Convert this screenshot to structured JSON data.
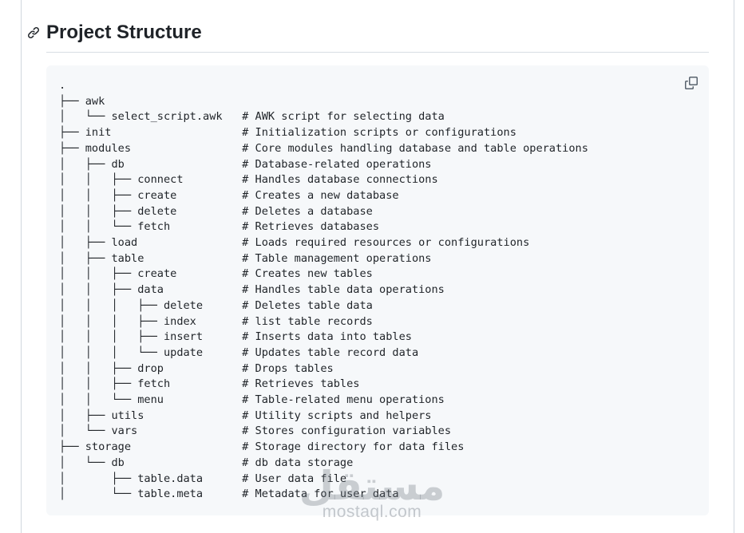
{
  "heading": {
    "title": "Project Structure"
  },
  "code_block": {
    "copy_button_label": "Copy",
    "comment_column": 28,
    "lines": [
      {
        "tree": ".",
        "comment": ""
      },
      {
        "tree": "├── awk",
        "comment": ""
      },
      {
        "tree": "│   └── select_script.awk",
        "comment": "# AWK script for selecting data"
      },
      {
        "tree": "├── init",
        "comment": "# Initialization scripts or configurations"
      },
      {
        "tree": "├── modules",
        "comment": "# Core modules handling database and table operations"
      },
      {
        "tree": "│   ├── db",
        "comment": "# Database-related operations"
      },
      {
        "tree": "│   │   ├── connect",
        "comment": "# Handles database connections"
      },
      {
        "tree": "│   │   ├── create",
        "comment": "# Creates a new database"
      },
      {
        "tree": "│   │   ├── delete",
        "comment": "# Deletes a database"
      },
      {
        "tree": "│   │   └── fetch",
        "comment": "# Retrieves databases"
      },
      {
        "tree": "│   ├── load",
        "comment": "# Loads required resources or configurations"
      },
      {
        "tree": "│   ├── table",
        "comment": "# Table management operations"
      },
      {
        "tree": "│   │   ├── create",
        "comment": "# Creates new tables"
      },
      {
        "tree": "│   │   ├── data",
        "comment": "# Handles table data operations"
      },
      {
        "tree": "│   │   │   ├── delete",
        "comment": "# Deletes table data"
      },
      {
        "tree": "│   │   │   ├── index",
        "comment": "# list table records"
      },
      {
        "tree": "│   │   │   ├── insert",
        "comment": "# Inserts data into tables"
      },
      {
        "tree": "│   │   │   └── update",
        "comment": "# Updates table record data"
      },
      {
        "tree": "│   │   ├── drop",
        "comment": "# Drops tables"
      },
      {
        "tree": "│   │   ├── fetch",
        "comment": "# Retrieves tables"
      },
      {
        "tree": "│   │   └── menu",
        "comment": "# Table-related menu operations"
      },
      {
        "tree": "│   ├── utils",
        "comment": "# Utility scripts and helpers"
      },
      {
        "tree": "│   └── vars",
        "comment": "# Stores configuration variables"
      },
      {
        "tree": "├── storage",
        "comment": "# Storage directory for data files"
      },
      {
        "tree": "│   └── db",
        "comment": "# db data storage"
      },
      {
        "tree": "│       ├── table.data",
        "comment": "# User data file"
      },
      {
        "tree": "│       └── table.meta",
        "comment": "# Metadata for user data"
      }
    ]
  },
  "watermark": {
    "logo_text": "مستقل",
    "url": "mostaql.com"
  },
  "colors": {
    "border": "#d0d7de",
    "divider": "#d8dee4",
    "code_bg": "#f6f8fa",
    "text": "#1f2328",
    "icon_gray": "#59636e"
  }
}
